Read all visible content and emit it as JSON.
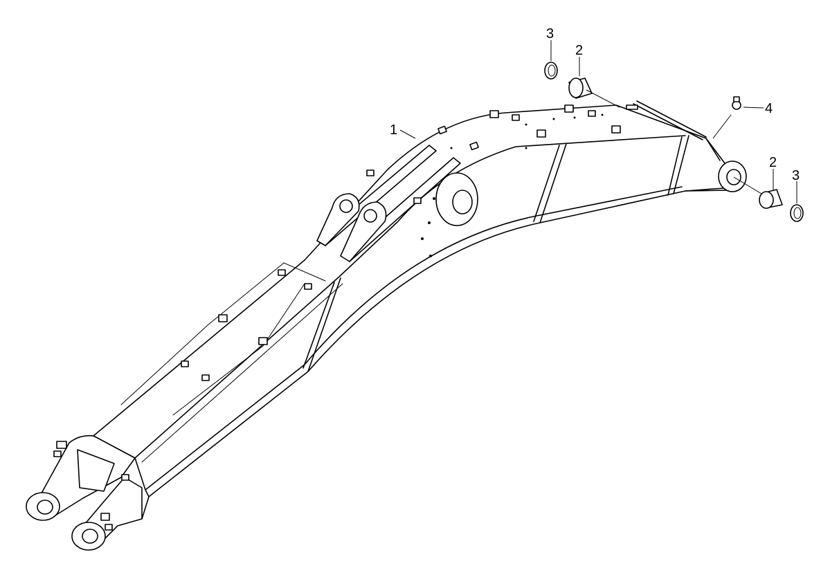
{
  "diagram": {
    "callouts": [
      {
        "id": "c1",
        "label": "1"
      },
      {
        "id": "c2a",
        "label": "2"
      },
      {
        "id": "c3a",
        "label": "3"
      },
      {
        "id": "c4",
        "label": "4"
      },
      {
        "id": "c2b",
        "label": "2"
      },
      {
        "id": "c3b",
        "label": "3"
      }
    ],
    "parts": [
      {
        "ref": "1",
        "icon": "boom-structure"
      },
      {
        "ref": "2",
        "icon": "bushing"
      },
      {
        "ref": "3",
        "icon": "seal-ring"
      },
      {
        "ref": "4",
        "icon": "grease-fitting"
      }
    ]
  }
}
